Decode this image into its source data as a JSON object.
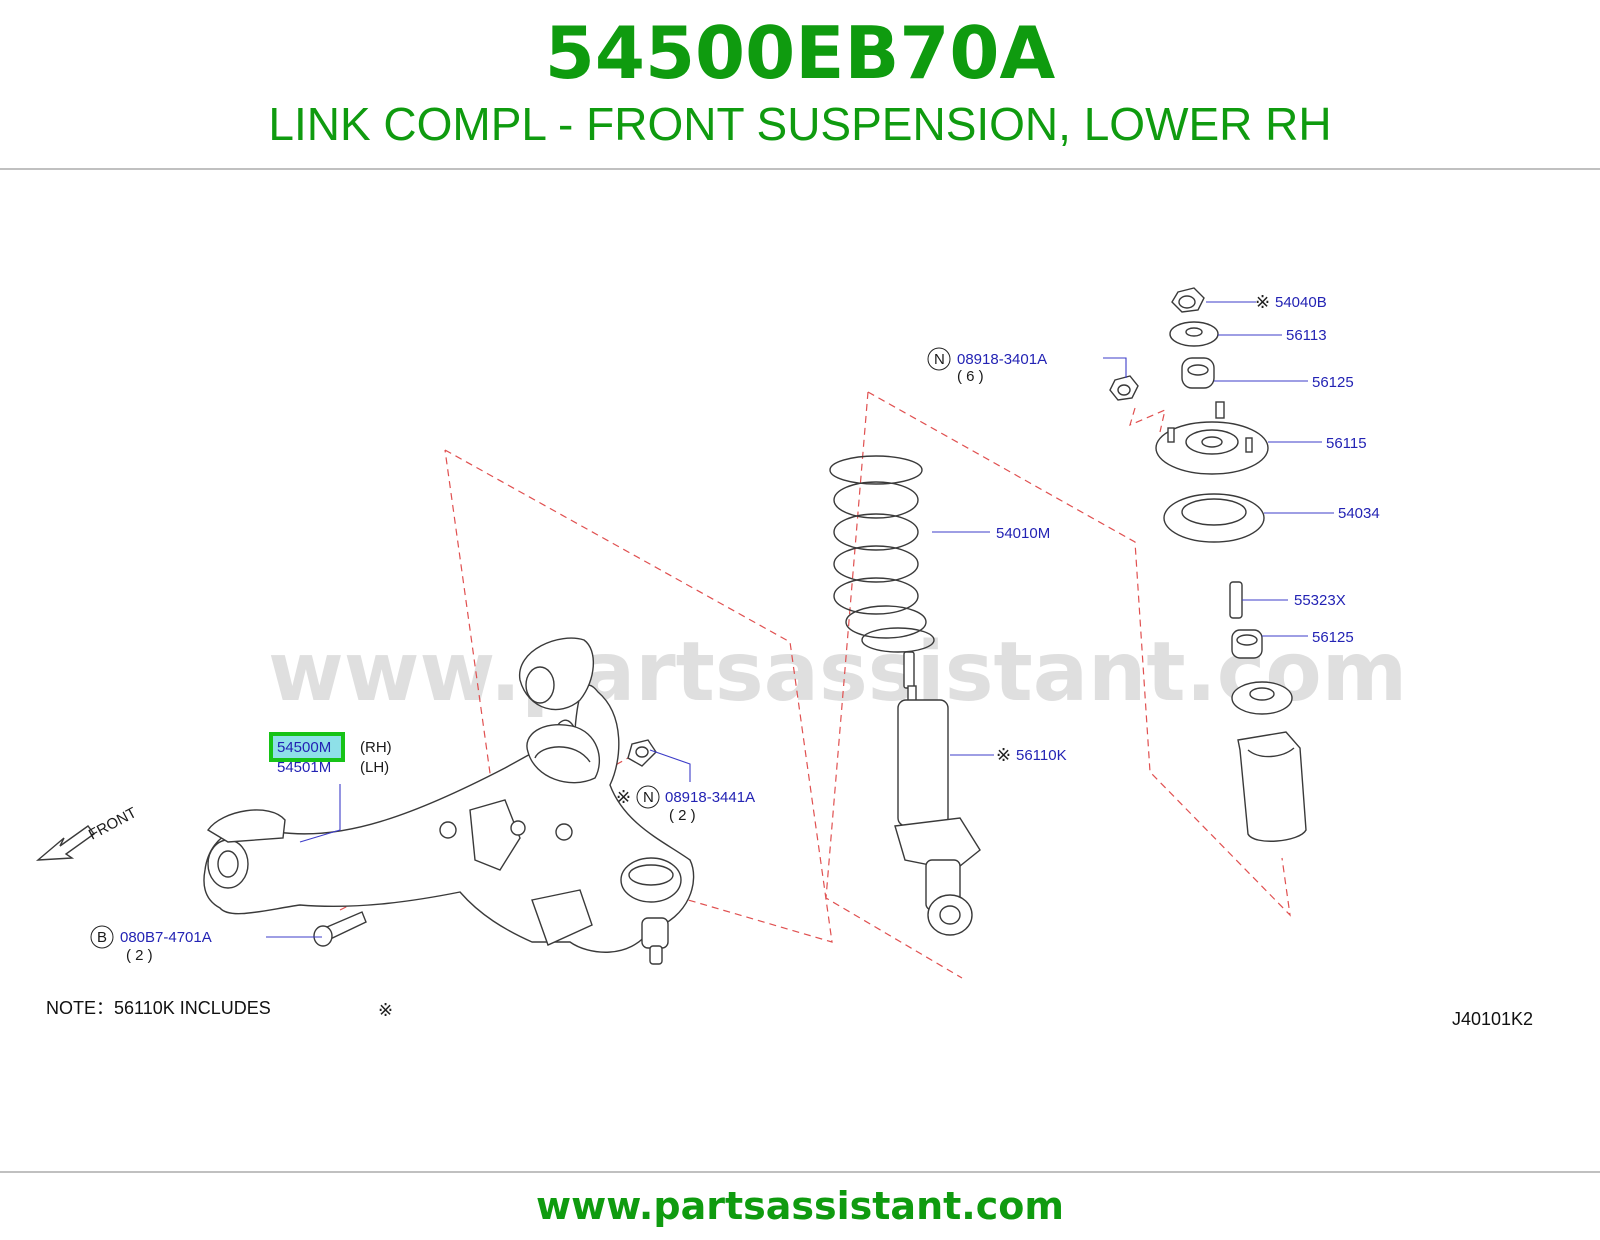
{
  "header": {
    "part_number": "54500EB70A",
    "description": "LINK COMPL - FRONT SUSPENSION, LOWER RH"
  },
  "footer": {
    "url": "www.partsassistant.com"
  },
  "watermark": "www.partsassistant.com",
  "colors": {
    "title_green": "#0f9b0f",
    "callout_blue": "#2323b4",
    "highlight_green": "#17c317",
    "highlight_fill": "#8ee0e8",
    "dashed_red": "#e05050"
  },
  "symbols": {
    "asterisk": "※",
    "circle_n": "N",
    "circle_b": "B"
  },
  "callouts": {
    "c54040b": "54040B",
    "c56113": "56113",
    "c56125_top": "56125",
    "c56115": "56115",
    "c54034": "54034",
    "c55323x": "55323X",
    "c56125_mid": "56125",
    "c54010m": "54010M",
    "c56110k": "56110K",
    "c08918_3401a": "08918-3401A",
    "c08918_3401a_qty": "( 6 )",
    "c08918_3441a": "08918-3441A",
    "c08918_3441a_qty": "( 2 )",
    "c080b7_4701a": "080B7-4701A",
    "c080b7_4701a_qty": "( 2 )",
    "c54500m": "54500M",
    "c54500m_side": "(RH)",
    "c54501m": "54501M",
    "c54501m_side": "(LH)"
  },
  "front_label": "FRONT",
  "note": "NOTE：56110K   INCLUDES",
  "diagram_code": "J40101K2"
}
